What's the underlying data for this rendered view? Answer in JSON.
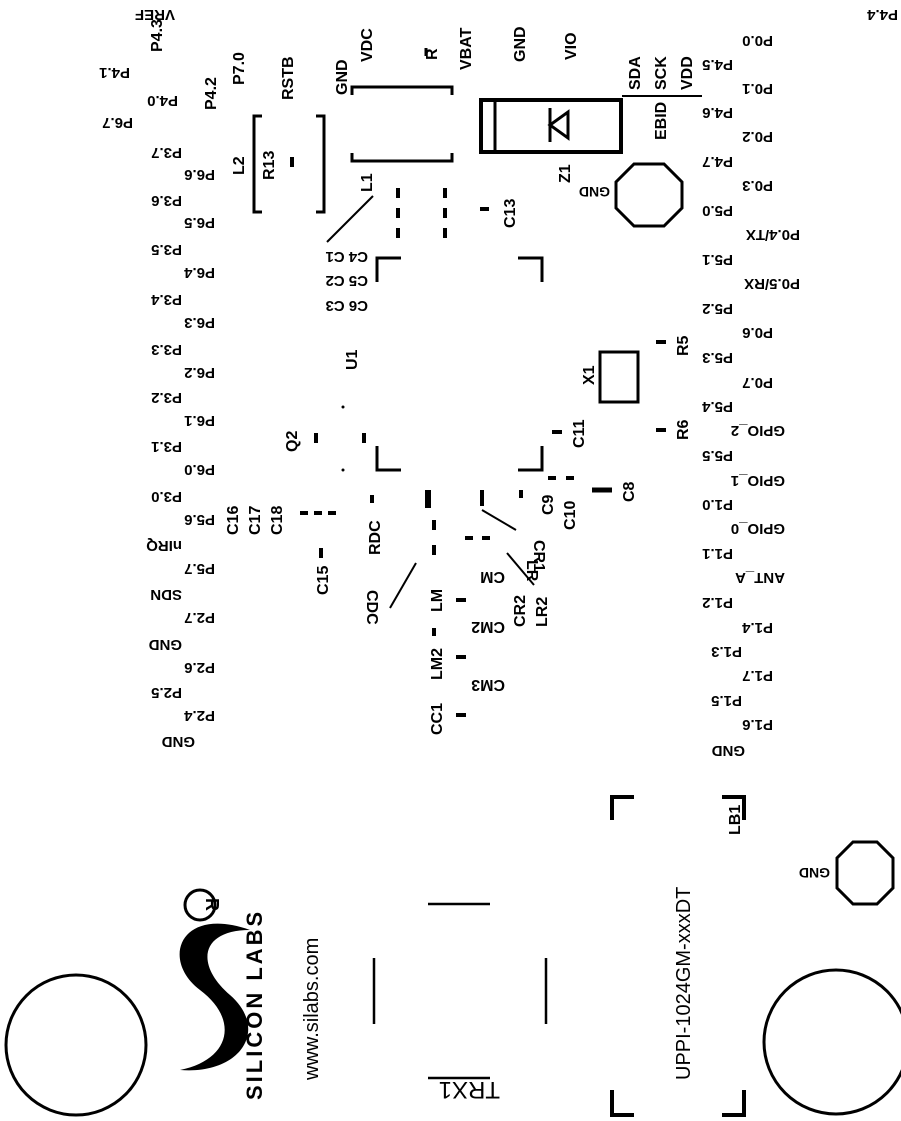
{
  "board": {
    "part_number": "UPPI-1024GM-xxxDT",
    "website": "www.silabs.com",
    "logo_text": "SILICON LABS",
    "trademark": "R",
    "antenna": "TRX1",
    "chip": "U1",
    "crystal": "X1",
    "diode": "Z1"
  },
  "left_pins": [
    {
      "a": "P4.3",
      "b": "VREF"
    },
    {
      "a": "P4.1"
    },
    {
      "a": "P4.0",
      "b": "P4.2",
      "c": "P7.0",
      "d": "RSTB"
    },
    {
      "a": "P6.7"
    },
    {
      "a": "P3.7"
    },
    {
      "a": "P6.6"
    },
    {
      "a": "P3.6"
    },
    {
      "a": "P6.5"
    },
    {
      "a": "P3.5"
    },
    {
      "a": "P6.4"
    },
    {
      "a": "P3.4"
    },
    {
      "a": "P6.3"
    },
    {
      "a": "P3.3"
    },
    {
      "a": "P6.2"
    },
    {
      "a": "P3.2"
    },
    {
      "a": "P6.1"
    },
    {
      "a": "P3.1"
    },
    {
      "a": "P6.0"
    },
    {
      "a": "P3.0"
    },
    {
      "a": "P5.6"
    },
    {
      "a": "nIRQ"
    },
    {
      "a": "P5.7"
    },
    {
      "a": "SDN"
    },
    {
      "a": "P2.7"
    },
    {
      "a": "GND"
    },
    {
      "a": "P2.6"
    },
    {
      "a": "P2.5"
    },
    {
      "a": "P2.4"
    },
    {
      "a": "GND"
    }
  ],
  "right_pins": [
    "P4.4",
    "P0.0",
    "P4.5",
    "P0.1",
    "P4.6",
    "P0.2",
    "P4.7",
    "P0.3",
    "P5.0",
    "P0.4/TX",
    "P5.1",
    "P0.5/RX",
    "P5.2",
    "P0.6",
    "P5.3",
    "P0.7",
    "P5.4",
    "GPIO_2",
    "P5.5",
    "GPIO_1",
    "P1.0",
    "GPIO_0",
    "P1.1",
    "ANT_A",
    "P1.2",
    "P1.4",
    "P1.3",
    "P1.7",
    "P1.5",
    "P1.6",
    "GND"
  ],
  "top_labels": {
    "gnd1": "GND",
    "vdc": "VDC",
    "r": "R",
    "vbat": "VBAT",
    "gnd2": "GND",
    "vio": "VIO",
    "sda": "SDA",
    "sck": "SCK",
    "vdd": "VDD",
    "ebid": "EBID"
  },
  "components": {
    "l2": "L2",
    "r13": "R13",
    "l1": "L1",
    "c13": "C13",
    "c4c1": "C4 C1",
    "c5c2": "C5 C2",
    "c6c3": "C6 C3",
    "r5": "R5",
    "r6": "R6",
    "q2": "Q2",
    "c11": "C11",
    "c8": "C8",
    "c16": "C16",
    "c17": "C17",
    "c18": "C18",
    "rdc": "RDC",
    "c15": "C15",
    "cdc": "CDC",
    "c9": "C9",
    "c10": "C10",
    "cr1": "CR1",
    "lr": "LR",
    "cm": "CM",
    "cr2": "CR2",
    "lr2": "LR2",
    "lm": "LM",
    "cm2": "CM2",
    "lm2": "LM2",
    "cm3": "CM3",
    "cc1": "CC1",
    "lb1": "LB1"
  },
  "gnd_pads": [
    "GND",
    "GND"
  ]
}
